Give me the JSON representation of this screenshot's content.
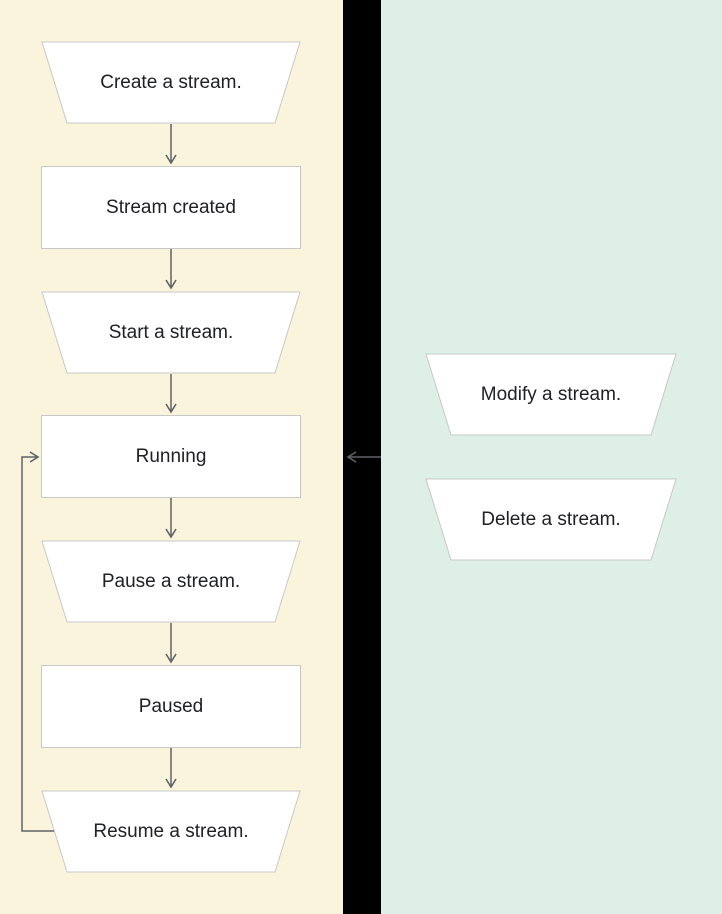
{
  "palette": {
    "left_panel_bg": "#faf4dc",
    "right_panel_bg": "#ddefe6",
    "divider_bg": "#000000",
    "node_fill": "#ffffff",
    "node_border": "#c8c8c8",
    "arrow_color": "#5f6368",
    "text_color": "#202124"
  },
  "flow": {
    "nodes": {
      "create": {
        "label": "Create a stream.",
        "shape": "trapezoid"
      },
      "created": {
        "label": "Stream created",
        "shape": "rect"
      },
      "start": {
        "label": "Start a stream.",
        "shape": "trapezoid"
      },
      "running": {
        "label": "Running",
        "shape": "rect"
      },
      "pause": {
        "label": "Pause a stream.",
        "shape": "trapezoid"
      },
      "paused": {
        "label": "Paused",
        "shape": "rect"
      },
      "resume": {
        "label": "Resume a stream.",
        "shape": "trapezoid"
      },
      "modify": {
        "label": "Modify a stream.",
        "shape": "trapezoid"
      },
      "delete": {
        "label": "Delete a stream.",
        "shape": "trapezoid"
      }
    },
    "edges": [
      {
        "from": "create",
        "to": "created"
      },
      {
        "from": "created",
        "to": "start"
      },
      {
        "from": "start",
        "to": "running"
      },
      {
        "from": "running",
        "to": "pause"
      },
      {
        "from": "pause",
        "to": "paused"
      },
      {
        "from": "paused",
        "to": "resume"
      },
      {
        "from": "resume",
        "to": "running"
      },
      {
        "from": "right-panel",
        "to": "running"
      }
    ]
  }
}
